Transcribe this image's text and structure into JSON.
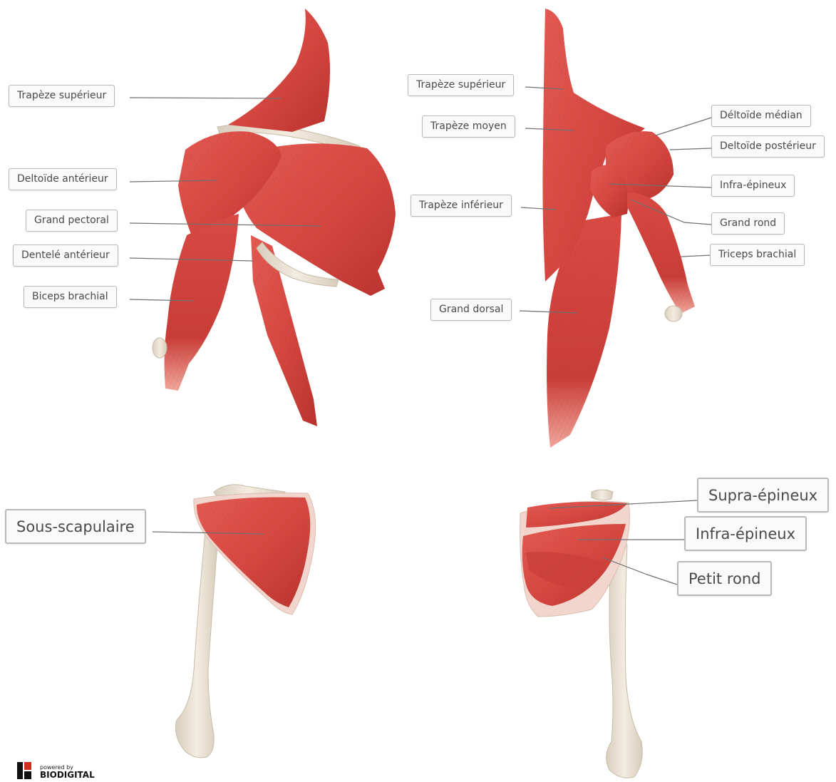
{
  "colors": {
    "muscle": "#d94a44",
    "muscle_dark": "#b5312d",
    "muscle_light": "#ef8f86",
    "bone": "#ece4d6",
    "bone_shadow": "#cfc4b2",
    "leader_line": "#6b6b6b"
  },
  "labels": {
    "anterior": {
      "trapeze_superieur": "Trapèze supérieur",
      "deltoide_anterieur": "Deltoïde antérieur",
      "grand_pectoral": "Grand pectoral",
      "dentele_anterieur": "Dentelé antérieur",
      "biceps_brachial": "Biceps brachial"
    },
    "posterior": {
      "trapeze_superieur": "Trapèze supérieur",
      "trapeze_moyen": "Trapèze moyen",
      "trapeze_inferieur": "Trapèze inférieur",
      "grand_dorsal": "Grand dorsal",
      "deltoide_median": "Déltoïde médian",
      "deltoide_posterieur": "Deltoïde postérieur",
      "infra_epineux": "Infra-épineux",
      "grand_rond": "Grand rond",
      "triceps_brachial": "Triceps brachial"
    },
    "anterior_cuff": {
      "sous_scapulaire": "Sous-scapulaire"
    },
    "posterior_cuff": {
      "supra_epineux": "Supra-épineux",
      "infra_epineux": "Infra-épineux",
      "petit_rond": "Petit rond"
    }
  },
  "branding": {
    "powered_by": "powered by",
    "brand": "BIODIGITAL"
  }
}
